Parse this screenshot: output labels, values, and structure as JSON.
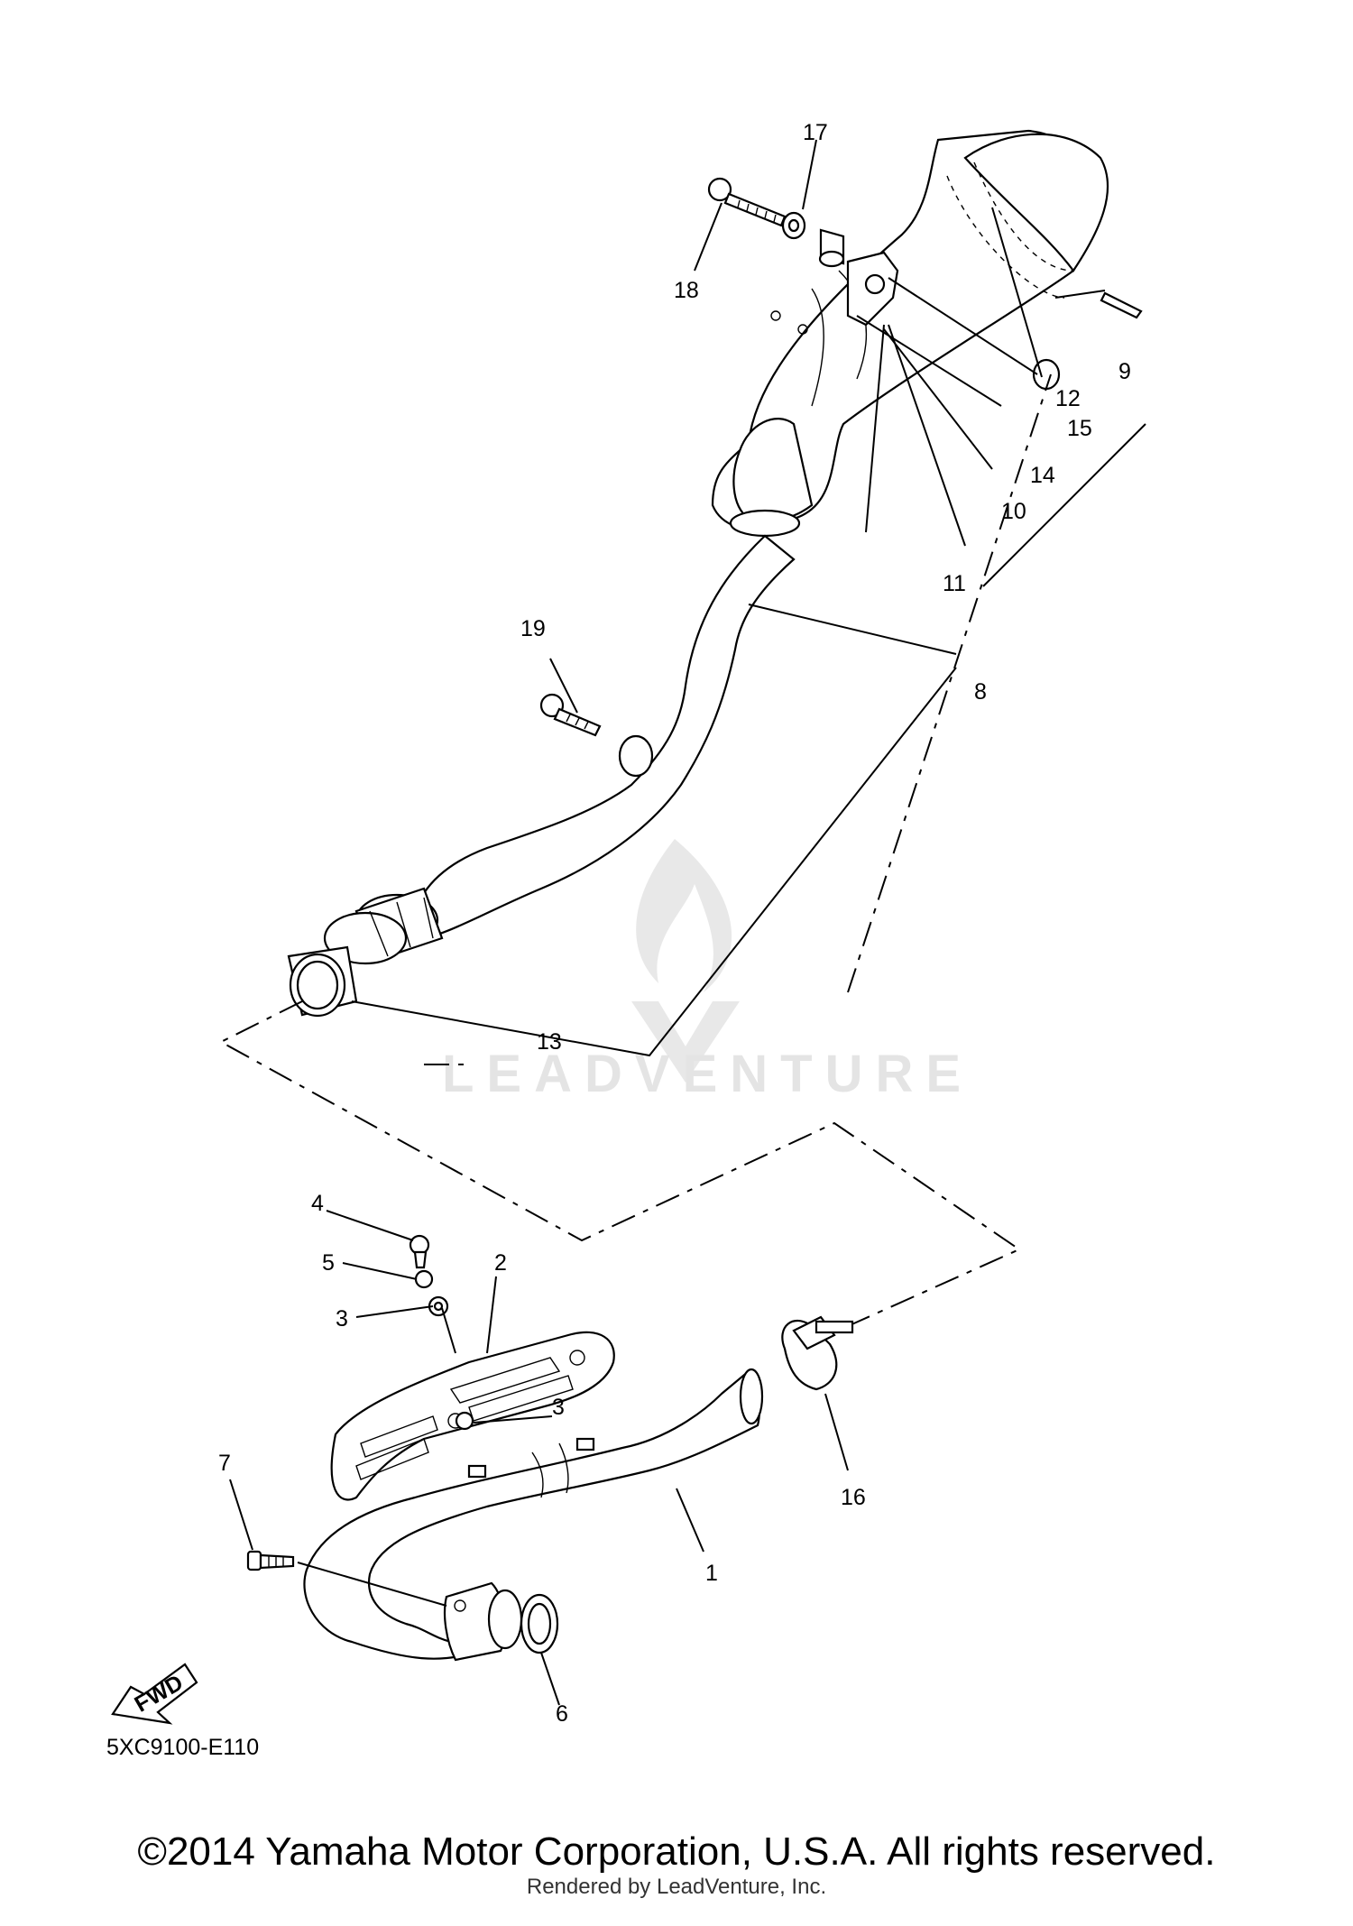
{
  "callouts": [
    "1",
    "2",
    "3",
    "3",
    "4",
    "5",
    "6",
    "7",
    "8",
    "9",
    "10",
    "11",
    "12",
    "13",
    "14",
    "15",
    "16",
    "17",
    "18",
    "19"
  ],
  "reference_code": "5XC9100-E110",
  "fwd_label": "FWD",
  "watermark": "LEADVENTURE",
  "copyright": "©2014 Yamaha Motor Corporation, U.S.A. All rights reserved.",
  "rendered_by": "Rendered by LeadVenture, Inc."
}
